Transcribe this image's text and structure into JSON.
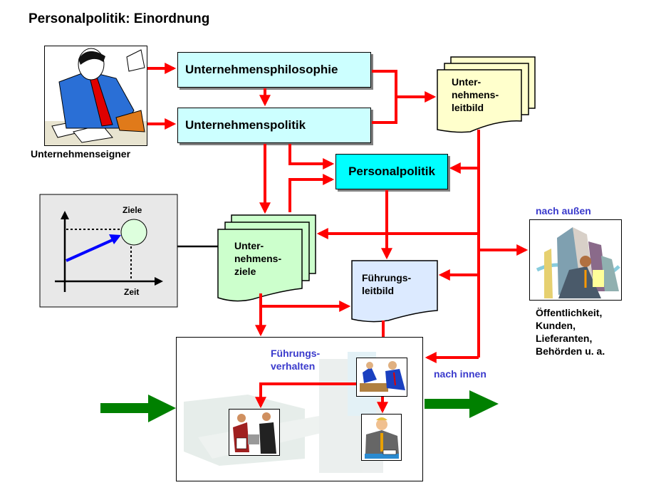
{
  "title": "Personalpolitik: Einordnung",
  "owner": {
    "label": "Unternehmenseigner",
    "image": "businessman-thinking-illustration"
  },
  "boxes": {
    "philosophie": "Unternehmensphilosophie",
    "politik": "Unternehmenspolitik",
    "personalpolitik": "Personalpolitik"
  },
  "documents": {
    "leitbild": [
      "Unter-",
      "nehmens-",
      "leitbild"
    ],
    "ziele": [
      "Unter-",
      "nehmens-",
      "ziele"
    ],
    "fuehrungsleitbild": [
      "Führungs-",
      "leitbild"
    ]
  },
  "goal_chart": {
    "y_label": "Ziele",
    "x_label": "Zeit"
  },
  "outside": {
    "heading": "nach außen",
    "image": "business-buildings-illustration",
    "lines": [
      "Öffentlichkeit,",
      "Kunden,",
      "Lieferanten,",
      "Behörden u. a."
    ]
  },
  "inside": {
    "heading": "nach innen",
    "behaviour": [
      "Führungs-",
      "verhalten"
    ],
    "images": [
      "meeting-illustration",
      "sales-conversation-illustration",
      "manager-on-phone-illustration"
    ]
  },
  "colors": {
    "arrow": "#ff0000",
    "flow_arrow": "#008000",
    "box_light": "#ccffff",
    "box_cyan": "#00ffff",
    "doc_yellow": "#ffffcc",
    "doc_green": "#ccffcc",
    "doc_blue": "#dceaff",
    "accent_text": "#3a3acc"
  }
}
